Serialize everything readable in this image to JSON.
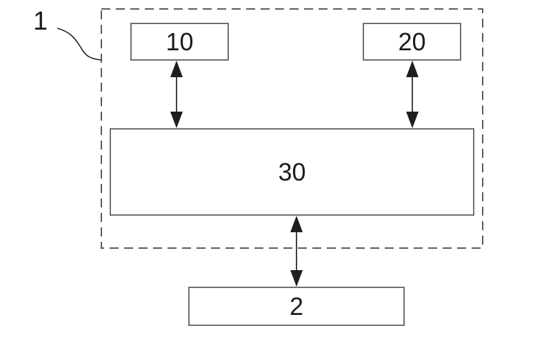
{
  "diagram": {
    "outer_label": "1",
    "boxes": [
      {
        "name": "box-10",
        "label": "10"
      },
      {
        "name": "box-20",
        "label": "20"
      },
      {
        "name": "box-30",
        "label": "30"
      },
      {
        "name": "box-2",
        "label": "2"
      }
    ],
    "connections": [
      {
        "from": "10",
        "to": "30",
        "type": "double-arrow"
      },
      {
        "from": "20",
        "to": "30",
        "type": "double-arrow"
      },
      {
        "from": "30",
        "to": "2",
        "type": "double-arrow"
      }
    ]
  },
  "colors": {
    "page_bg": "#ffffff",
    "box_border": "#6e6e6e",
    "dashed_border": "#595959",
    "arrow": "#1f1f1f",
    "text": "#1c1c1c"
  }
}
